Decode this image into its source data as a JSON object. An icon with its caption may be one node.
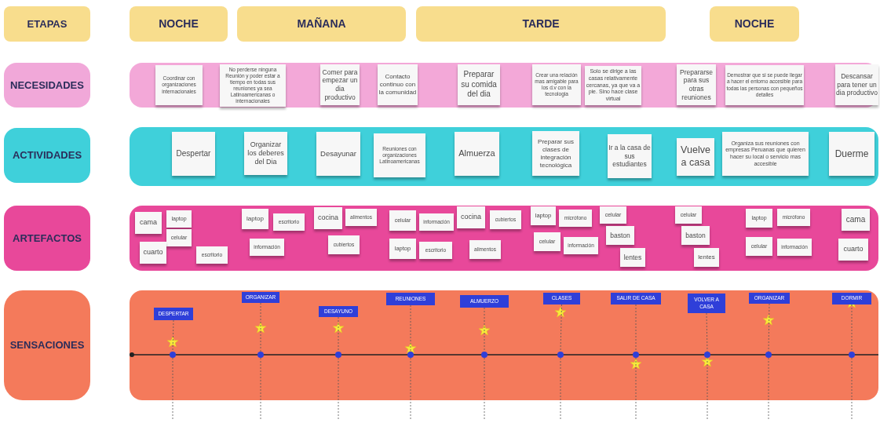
{
  "diagram": {
    "nodes": [
      {
        "text": [
          "ETAPAS"
        ]
      },
      {
        "text": [
          "NOCHE"
        ]
      },
      {
        "text": [
          "MAÑANA"
        ]
      },
      {
        "text": [
          "TARDE"
        ]
      },
      {
        "text": [
          "NOCHE"
        ]
      },
      {
        "text": [
          "NECESIDADES"
        ]
      },
      {
        "text": [],
        "shape": "box"
      },
      {
        "text": [
          "Coordinar con organizaciones internacionales"
        ],
        "in": 6
      },
      {
        "text": [
          "No perderse ninguna Reunión y poder estar a tiempo en todas sus reuniones ya sea Latinoamericanas o internacionales"
        ],
        "in": 6
      },
      {
        "text": [
          "Comer para empezar un dia productivo"
        ],
        "in": 6
      },
      {
        "text": [
          "Contacto continuo con la comunidad"
        ],
        "in": 6
      },
      {
        "text": [
          "Preparar su comida del dia"
        ],
        "in": 6
      },
      {
        "text": [
          "Crear una relación mas amigable para los d.v con la tecnologia"
        ],
        "in": 6
      },
      {
        "text": [
          "Solo se dirige a las casas relativamente cercanas, ya que va  a pie. Sino hace clase virtual"
        ],
        "in": 6
      },
      {
        "text": [
          "Prepararse para sus otras reuniones"
        ],
        "in": 6
      },
      {
        "text": [
          "Demostrar que si se puede llegar a hacer el entorno accesible para todas las personas con pequeños detalles"
        ],
        "in": 6
      },
      {
        "text": [
          "Descansar para tener un dia productivo"
        ],
        "in": 6
      },
      {
        "text": [
          "ACTIVIDADES"
        ]
      },
      {
        "text": [],
        "shape": "box"
      },
      {
        "text": [
          "Despertar"
        ],
        "in": 18
      },
      {
        "text": [
          "Organizar los deberes del Dia"
        ],
        "in": 18
      },
      {
        "text": [
          "Desayunar"
        ],
        "in": 18
      },
      {
        "text": [
          "Reuniones con organizaciones Latinoamericanas"
        ],
        "in": 18
      },
      {
        "text": [
          "Almuerza"
        ],
        "in": 18
      },
      {
        "text": [
          "Preparar sus clases de integración tecnológica"
        ],
        "in": 18
      },
      {
        "text": [
          "Ir a la casa de sus estudiantes"
        ],
        "in": 18
      },
      {
        "text": [
          "Vuelve a casa"
        ],
        "in": 18
      },
      {
        "text": [
          "Organiza sus reuniones con empresas Peruanas que quieren hacer su local o servicio mas accesible"
        ],
        "in": 18
      },
      {
        "text": [
          "Duerme"
        ],
        "in": 18
      },
      {
        "text": [
          "ARTEFACTOS"
        ]
      },
      {
        "text": [],
        "shape": "box"
      },
      {
        "text": [
          "cama"
        ],
        "in": 30
      },
      {
        "text": [
          "laptop"
        ],
        "in": 30
      },
      {
        "text": [
          "celular"
        ],
        "in": 30
      },
      {
        "text": [
          "cuarto"
        ],
        "in": 30
      },
      {
        "text": [
          "escritorio"
        ],
        "in": 30
      },
      {
        "text": [
          "laptop"
        ],
        "in": 30
      },
      {
        "text": [
          "escritorio"
        ],
        "in": 30
      },
      {
        "text": [
          "información"
        ],
        "in": 30
      },
      {
        "text": [
          "cocina"
        ],
        "in": 30
      },
      {
        "text": [
          "alimentos"
        ],
        "in": 30
      },
      {
        "text": [
          "cubiertos"
        ],
        "in": 30
      },
      {
        "text": [
          "celular"
        ],
        "in": 30
      },
      {
        "text": [
          "información"
        ],
        "in": 30
      },
      {
        "text": [
          "laptop"
        ],
        "in": 30
      },
      {
        "text": [
          "escritorio"
        ],
        "in": 30
      },
      {
        "text": [
          "cocina"
        ],
        "in": 30
      },
      {
        "text": [
          "cubiertos"
        ],
        "in": 30
      },
      {
        "text": [
          "alimentos"
        ],
        "in": 30
      },
      {
        "text": [
          "laptop"
        ],
        "in": 30
      },
      {
        "text": [
          "micrófono"
        ],
        "in": 30
      },
      {
        "text": [
          "celular"
        ],
        "in": 30
      },
      {
        "text": [
          "información"
        ],
        "in": 30
      },
      {
        "text": [
          "celular"
        ],
        "in": 30
      },
      {
        "text": [
          "baston"
        ],
        "in": 30
      },
      {
        "text": [
          "lentes"
        ],
        "in": 30
      },
      {
        "text": [
          "celular"
        ],
        "in": 30
      },
      {
        "text": [
          "baston"
        ],
        "in": 30
      },
      {
        "text": [
          "lentes"
        ],
        "in": 30
      },
      {
        "text": [
          "laptop"
        ],
        "in": 30
      },
      {
        "text": [
          "micrófono"
        ],
        "in": 30
      },
      {
        "text": [
          "celular"
        ],
        "in": 30
      },
      {
        "text": [
          "información"
        ],
        "in": 30
      },
      {
        "text": [
          "cama"
        ],
        "in": 30
      },
      {
        "text": [
          "cuarto"
        ],
        "in": 30
      },
      {
        "text": [
          "SENSACIONES"
        ]
      },
      {
        "text": [],
        "shape": "box"
      },
      {
        "text": [
          "DESPERTAR"
        ],
        "in": 66
      },
      {
        "text": [
          "ORGANIZAR"
        ],
        "in": 66
      },
      {
        "text": [
          "DESAYUNO"
        ],
        "in": 66
      },
      {
        "text": [
          "REUNIONES"
        ],
        "in": 66
      },
      {
        "text": [
          "ALMUERZO"
        ],
        "in": 66
      },
      {
        "text": [
          "CLASES"
        ],
        "in": 66
      },
      {
        "text": [
          "SALIR DE CASA"
        ],
        "in": 66
      },
      {
        "text": [
          "VOLVER A CASA"
        ],
        "in": 66
      },
      {
        "text": [
          "ORGANIZAR"
        ],
        "in": 66
      },
      {
        "text": [
          "DORMIR"
        ],
        "in": 66
      },
      {
        "text": [],
        "shape": "circle",
        "in": 66
      },
      {
        "text": [],
        "shape": "circle",
        "in": 66
      },
      {
        "text": [],
        "shape": "circle",
        "in": 66
      },
      {
        "text": [],
        "shape": "circle",
        "in": 66
      },
      {
        "text": [],
        "shape": "circle",
        "in": 66
      },
      {
        "text": [],
        "shape": "circle",
        "in": 66
      },
      {
        "text": [],
        "shape": "circle",
        "in": 66
      },
      {
        "text": [],
        "shape": "circle",
        "in": 66
      },
      {
        "text": [],
        "shape": "circle",
        "in": 66
      },
      {
        "text": [],
        "shape": "circle",
        "in": 66
      }
    ],
    "edges": [
      {
        "from": 67,
        "to": 77,
        "arrow": "none",
        "style": "dashed"
      },
      {
        "from": 68,
        "to": 78,
        "arrow": "none",
        "style": "dashed"
      },
      {
        "from": 69,
        "to": 79,
        "arrow": "none",
        "style": "dashed"
      },
      {
        "from": 70,
        "to": 80,
        "arrow": "none",
        "style": "dashed"
      },
      {
        "from": 71,
        "to": 81,
        "arrow": "none",
        "style": "dashed"
      },
      {
        "from": 72,
        "to": 82,
        "arrow": "none",
        "style": "dashed"
      },
      {
        "from": 73,
        "to": 83,
        "arrow": "none",
        "style": "dashed"
      },
      {
        "from": 74,
        "to": 84,
        "arrow": "none",
        "style": "dashed"
      },
      {
        "from": 75,
        "to": 85,
        "arrow": "none",
        "style": "dashed"
      },
      {
        "from": 76,
        "to": 86,
        "arrow": "none",
        "style": "dashed"
      }
    ]
  }
}
